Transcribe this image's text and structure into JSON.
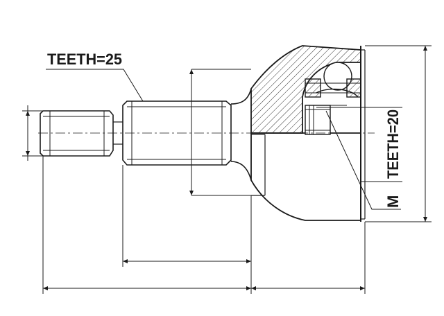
{
  "drawing": {
    "shaft_teeth_label": "TEETH=25",
    "housing_teeth_label": "TEETH=20",
    "thread_label": "M",
    "line_color": "#1a1a1a",
    "hatch_color": "#333333",
    "background_color": "#ffffff"
  }
}
